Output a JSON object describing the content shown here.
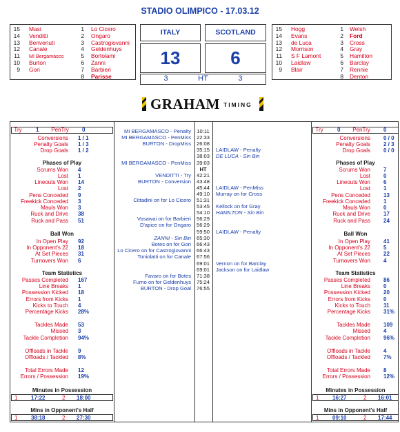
{
  "header": {
    "title": "STADIO OLIMPICO - 17.03.12"
  },
  "italy_lineup": [
    {
      "n1": "15",
      "p1": "Masi",
      "n2": "1",
      "p2": "Lo Cicero"
    },
    {
      "n1": "14",
      "p1": "Venditti",
      "n2": "2",
      "p2": "Ongaro"
    },
    {
      "n1": "13",
      "p1": "Benvenuti",
      "n2": "3",
      "p2": "Castrogiovanni"
    },
    {
      "n1": "12",
      "p1": "Canale",
      "n2": "4",
      "p2": "Geldenhuys"
    },
    {
      "n1": "11",
      "p1": "MI Bergamasco",
      "n2": "5",
      "p2": "Bortolami"
    },
    {
      "n1": "10",
      "p1": "Burton",
      "n2": "6",
      "p2": "Zanni"
    },
    {
      "n1": "9",
      "p1": "Gori",
      "n2": "7",
      "p2": "Barbieri"
    },
    {
      "n1": "",
      "p1": "",
      "n2": "8",
      "p2": "Parisse"
    }
  ],
  "scotland_lineup": [
    {
      "n1": "15",
      "p1": "Hogg",
      "n2": "1",
      "p2": "Welsh"
    },
    {
      "n1": "14",
      "p1": "Evans",
      "n2": "2",
      "p2": "Ford"
    },
    {
      "n1": "13",
      "p1": "de Luca",
      "n2": "3",
      "p2": "Cross"
    },
    {
      "n1": "12",
      "p1": "Morrison",
      "n2": "4",
      "p2": "Gray"
    },
    {
      "n1": "11",
      "p1": "S F Lamont",
      "n2": "5",
      "p2": "Hamilton"
    },
    {
      "n1": "10",
      "p1": "Laidlaw",
      "n2": "6",
      "p2": "Barclay"
    },
    {
      "n1": "9",
      "p1": "Blair",
      "n2": "7",
      "p2": "Rennie"
    },
    {
      "n1": "",
      "p1": "",
      "n2": "8",
      "p2": "Denton"
    }
  ],
  "score": {
    "home_name": "ITALY",
    "away_name": "SCOTLAND",
    "home": "13",
    "away": "6",
    "home_ht": "3",
    "ht_label": "HT",
    "away_ht": "3"
  },
  "logo": {
    "text": "GRAHAM",
    "sub": "TIMING"
  },
  "labels": {
    "try": "Try",
    "pentry": "PenTry",
    "conversions": "Conversions",
    "penalty_goals": "Penalty Goals",
    "drop_goals": "Drop Goals",
    "phases": "Phases of Play",
    "scrums_won": "Scrums Won",
    "lost": "Lost",
    "lineouts_won": "Lineouts Won",
    "pens_conceded": "Pens Conceded",
    "freekick_conceded": "Freekick Conceded",
    "mauls_won": "Mauls Won",
    "ruck_drive": "Ruck and Drive",
    "ruck_pass": "Ruck and Pass",
    "ball_won": "Ball Won",
    "in_open_play": "In Open Play",
    "in_opp22": "In Opponent's 22",
    "at_set_pieces": "At Set Pieces",
    "turnovers_won": "Turnovers Won",
    "team_stats": "Team Statistics",
    "passes_completed": "Passes Completed",
    "line_breaks": "Line Breaks",
    "possession_kicked": "Possession Kicked",
    "errors_from_kicks": "Errors from Kicks",
    "kicks_to_touch": "Kicks to Touch",
    "percentage_kicks": "Percentage Kicks",
    "tackles_made": "Tackles Made",
    "missed": "Missed",
    "tackle_completion": "Tackle Completion",
    "offloads_tackle": "Offloads in Tackle",
    "offloads_tackled": "Offloads / Tackled",
    "total_errors": "Total Errors Made",
    "errors_possession": "Errors / Possession",
    "minutes_possession": "Minutes in Possession",
    "mins_opp_half": "Mins in Opponent's Half"
  },
  "home_stats": {
    "try": "1",
    "pentry": "0",
    "conversions": "1 / 1",
    "penalty_goals": "1 / 3",
    "drop_goals": "1 / 2",
    "scrums_won": "4",
    "scrums_lost": "1",
    "lineouts_won": "14",
    "lineouts_lost": "2",
    "pens_conceded": "9",
    "freekick_conceded": "3",
    "mauls_won": "3",
    "ruck_drive": "38",
    "ruck_pass": "51",
    "in_open_play": "92",
    "in_opp22": "18",
    "at_set_pieces": "31",
    "turnovers_won": "6",
    "passes_completed": "167",
    "line_breaks": "1",
    "possession_kicked": "18",
    "errors_from_kicks": "1",
    "kicks_to_touch": "4",
    "percentage_kicks": "28%",
    "tackles_made": "53",
    "missed": "3",
    "tackle_completion": "94%",
    "offloads_tackle": "9",
    "offloads_tackled": "8%",
    "total_errors": "12",
    "errors_possession": "19%",
    "poss_half1_label": "1",
    "poss_half1": "17:22",
    "poss_half2_label": "2",
    "poss_half2": "18:00",
    "opp_half1_label": "1",
    "opp_half1": "38:18",
    "opp_half2_label": "2",
    "opp_half2": "27:30"
  },
  "away_stats": {
    "try": "0",
    "pentry": "0",
    "conversions": "0 / 0",
    "penalty_goals": "2 / 3",
    "drop_goals": "0 / 0",
    "scrums_won": "7",
    "scrums_lost": "0",
    "lineouts_won": "6",
    "lineouts_lost": "1",
    "pens_conceded": "13",
    "freekick_conceded": "1",
    "mauls_won": "0",
    "ruck_drive": "17",
    "ruck_pass": "24",
    "in_open_play": "41",
    "in_opp22": "5",
    "at_set_pieces": "22",
    "turnovers_won": "4",
    "passes_completed": "86",
    "line_breaks": "0",
    "possession_kicked": "20",
    "errors_from_kicks": "0",
    "kicks_to_touch": "11",
    "percentage_kicks": "31%",
    "tackles_made": "109",
    "missed": "4",
    "tackle_completion": "96%",
    "offloads_tackle": "4",
    "offloads_tackled": "7%",
    "total_errors": "8",
    "errors_possession": "12%",
    "poss_half1_label": "1",
    "poss_half1": "16:27",
    "poss_half2_label": "2",
    "poss_half2": "16:01",
    "opp_half1_label": "1",
    "opp_half1": "09:10",
    "opp_half2_label": "2",
    "opp_half2": "17:44"
  },
  "timeline": [
    {
      "time": "10:11",
      "home": "MI BERGAMASCO - Penalty",
      "away": "",
      "home_style": "",
      "away_style": ""
    },
    {
      "time": "22:33",
      "home": "MI BERGAMASCO - PenMiss",
      "away": "",
      "home_style": "",
      "away_style": ""
    },
    {
      "time": "26:08",
      "home": "BURTON - DropMiss",
      "away": "",
      "home_style": "",
      "away_style": ""
    },
    {
      "time": "35:15",
      "home": "",
      "away": "LAIDLAW - Penalty",
      "home_style": "",
      "away_style": ""
    },
    {
      "time": "38:03",
      "home": "",
      "away": "DE LUCA - Sin Bin",
      "home_style": "",
      "away_style": "italic"
    },
    {
      "time": "39:03",
      "home": "MI BERGAMASCO - PenMiss",
      "away": "",
      "home_style": "",
      "away_style": ""
    },
    {
      "time": "HT",
      "home": "",
      "away": "",
      "home_style": "",
      "away_style": ""
    },
    {
      "time": "42:21",
      "home": "VENDITTI - Try",
      "away": "",
      "home_style": "",
      "away_style": ""
    },
    {
      "time": "43:48",
      "home": "BURTON - Conversion",
      "away": "",
      "home_style": "",
      "away_style": ""
    },
    {
      "time": "45:44",
      "home": "",
      "away": "LAIDLAW - PenMiss",
      "home_style": "",
      "away_style": ""
    },
    {
      "time": "49:10",
      "home": "",
      "away": "Murray on for Cross",
      "home_style": "",
      "away_style": ""
    },
    {
      "time": "51:31",
      "home": "Cittadini on for Lo Cicero",
      "away": "",
      "home_style": "",
      "away_style": ""
    },
    {
      "time": "53:45",
      "home": "",
      "away": "Kellock on for Gray",
      "home_style": "",
      "away_style": ""
    },
    {
      "time": "54:10",
      "home": "",
      "away": "HAMILTON - Sin Bin",
      "home_style": "",
      "away_style": "italic"
    },
    {
      "time": "56:29",
      "home": "Vosawai on for Barbieri",
      "away": "",
      "home_style": "",
      "away_style": ""
    },
    {
      "time": "56:29",
      "home": "D'apice on for Ongaro",
      "away": "",
      "home_style": "",
      "away_style": ""
    },
    {
      "time": "59:50",
      "home": "",
      "away": "LAIDLAW - Penalty",
      "home_style": "",
      "away_style": ""
    },
    {
      "time": "65:30",
      "home": "ZANNI - Sin Bin",
      "away": "",
      "home_style": "italic",
      "away_style": ""
    },
    {
      "time": "66:43",
      "home": "Botes on for Gori",
      "away": "",
      "home_style": "",
      "away_style": ""
    },
    {
      "time": "66:43",
      "home": "Lo Cicero on for Castrogiovanni",
      "away": "",
      "home_style": "",
      "away_style": ""
    },
    {
      "time": "67:56",
      "home": "Toniolatti on for Canale",
      "away": "",
      "home_style": "",
      "away_style": ""
    },
    {
      "time": "69:01",
      "home": "",
      "away": "Vernon on for Barclay",
      "home_style": "",
      "away_style": ""
    },
    {
      "time": "69:01",
      "home": "",
      "away": "Jackson on for Laidlaw",
      "home_style": "",
      "away_style": ""
    },
    {
      "time": "71:38",
      "home": "Favaro on for Botes",
      "away": "",
      "home_style": "",
      "away_style": ""
    },
    {
      "time": "75:24",
      "home": "Furno on for Geldenhuys",
      "away": "",
      "home_style": "",
      "away_style": ""
    },
    {
      "time": "76:55",
      "home": "BURTON - Drop Goal",
      "away": "",
      "home_style": "",
      "away_style": ""
    }
  ],
  "colors": {
    "accent_blue": "#1a3ea8",
    "accent_red": "#d6001c",
    "logo_yellow": "#f2c200"
  }
}
